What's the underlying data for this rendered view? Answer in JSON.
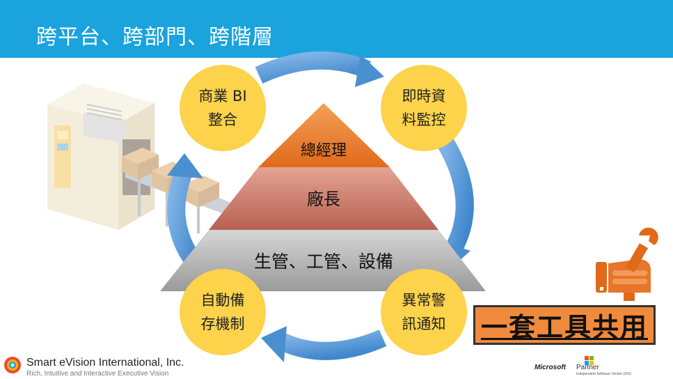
{
  "header": {
    "title": "跨平台、跨部門、跨階層"
  },
  "cycle": {
    "items": [
      {
        "line1": "商業 BI",
        "line2": "整合"
      },
      {
        "line1": "即時資",
        "line2": "料監控"
      },
      {
        "line1": "異常警",
        "line2": "訊通知"
      },
      {
        "line1": "自動備",
        "line2": "存機制"
      }
    ]
  },
  "pyramid": {
    "top": "總經理",
    "middle": "廠長",
    "bottom": "生管、工管、設備"
  },
  "tool": {
    "label": "一套工具共用"
  },
  "footer": {
    "company": "Smart eVision International, Inc.",
    "tagline": "Rich, Intuitive and Interactive Executive Vision",
    "ms_brand": "Microsoft",
    "ms_partner": "Partner",
    "ms_sub": "Independent Software Vendor (ISV)"
  },
  "colors": {
    "header": "#1aa3dc",
    "circle": "#fcd34a",
    "arrow": "#5b9bd5",
    "pyramid_top": "#ed7d31",
    "pyramid_middle": "#c9776a",
    "pyramid_bottom": "#b0b0b0",
    "tool_box": "#f08a3c"
  },
  "icons": [
    "factory-machine-icon",
    "wrench-hand-icon",
    "smart-evision-logo-icon",
    "microsoft-partner-logo-icon"
  ]
}
